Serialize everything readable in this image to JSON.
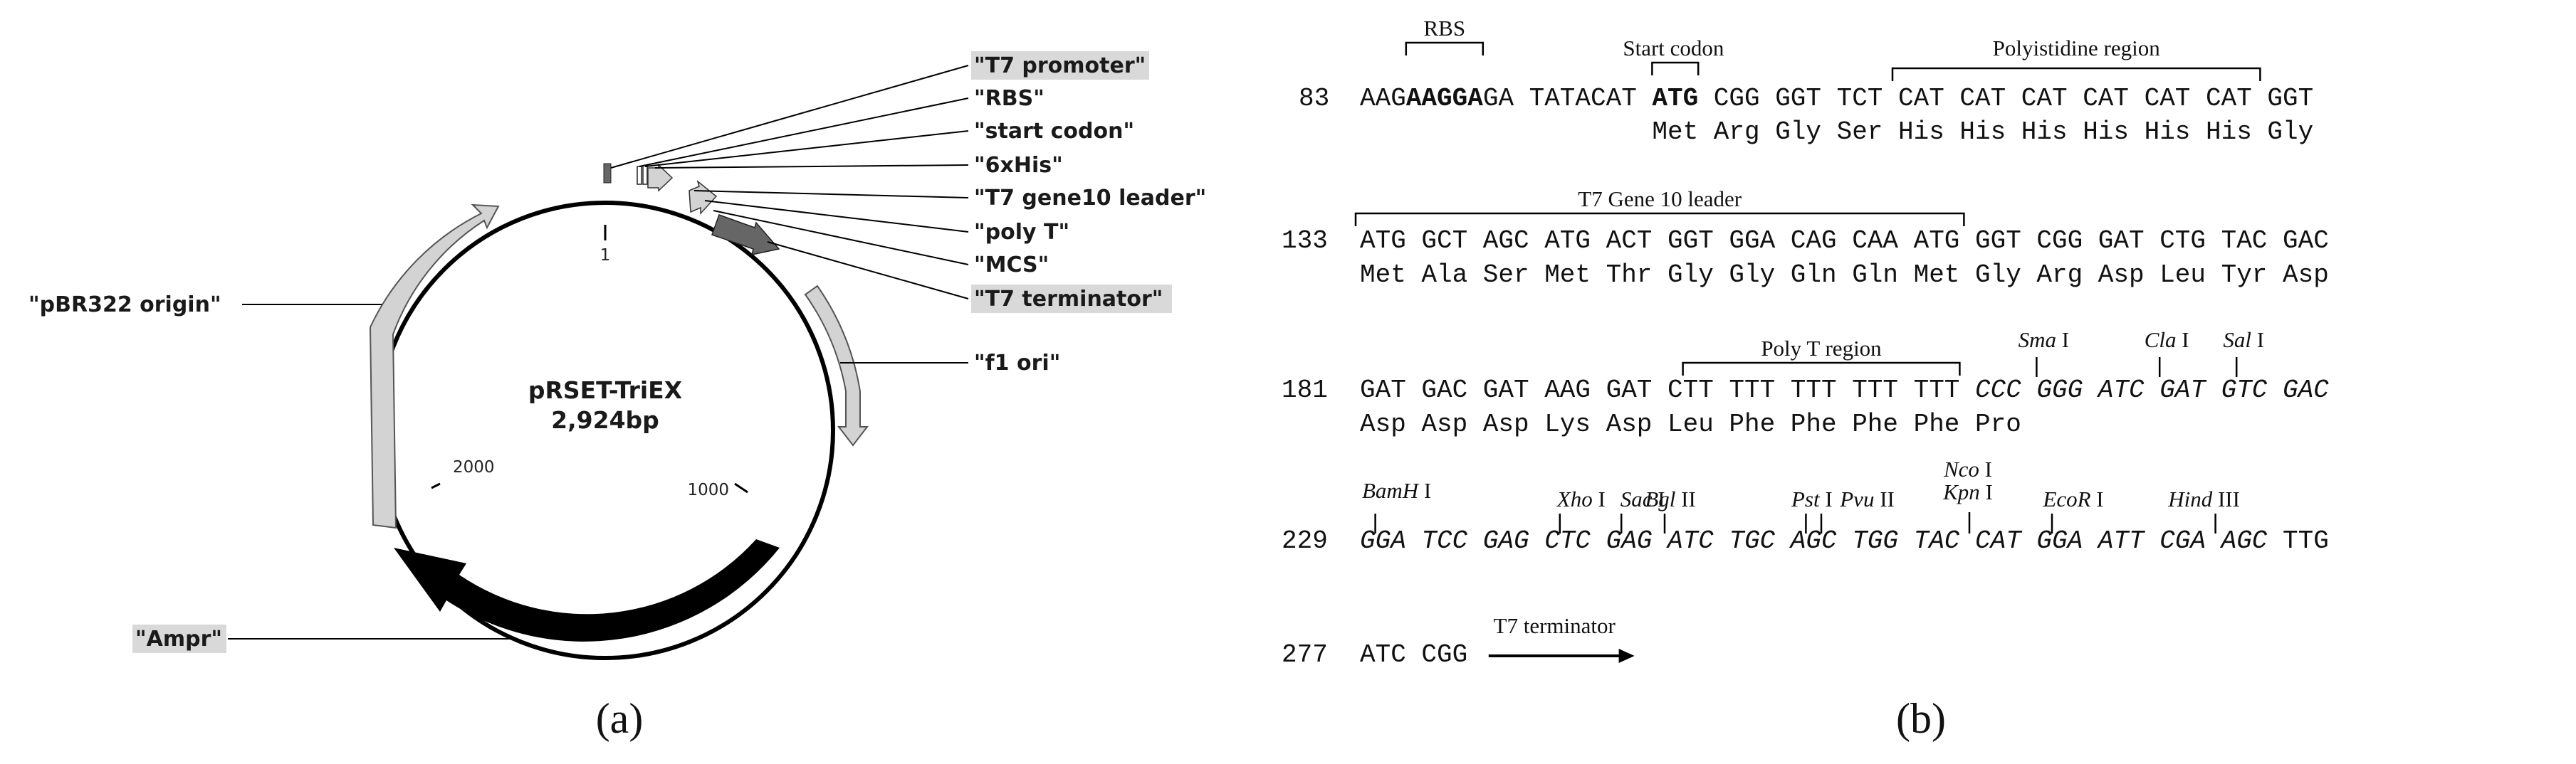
{
  "plasmid_map": {
    "name": "pRSET-TriEX",
    "size": "2,924bp",
    "features": [
      {
        "key": "t7_promoter",
        "label": "\"T7 promoter\"",
        "highlight": true
      },
      {
        "key": "rbs",
        "label": "\"RBS\"",
        "highlight": false
      },
      {
        "key": "start_codon",
        "label": "\"start codon\"",
        "highlight": false
      },
      {
        "key": "his6",
        "label": "\"6xHis\"",
        "highlight": false
      },
      {
        "key": "t7_gene10",
        "label": "\"T7 gene10 leader\"",
        "highlight": false
      },
      {
        "key": "poly_t",
        "label": "\"poly T\"",
        "highlight": false
      },
      {
        "key": "mcs",
        "label": "\"MCS\"",
        "highlight": false
      },
      {
        "key": "t7_terminator",
        "label": "\"T7 terminator\"",
        "highlight": true
      },
      {
        "key": "f1_ori",
        "label": "\"f1 ori\"",
        "highlight": false
      },
      {
        "key": "pbr322",
        "label": "\"pBR322 origin\"",
        "highlight": false
      },
      {
        "key": "ampr",
        "label": "\"Ampr\"",
        "highlight": true
      }
    ],
    "ticks": [
      "1",
      "1000",
      "2000"
    ],
    "colors": {
      "light_arrow": "#d3d3d3",
      "dark_arrow": "#666666",
      "ampr_arrow": "#000000",
      "label_highlight": "#d9d9d9"
    }
  },
  "sequence": {
    "rows": [
      {
        "num": "83",
        "codons": [
          "AAGAAGGAGA",
          "TATACAT",
          "ATG",
          "CGG",
          "GGT",
          "TCT",
          "CAT",
          "CAT",
          "CAT",
          "CAT",
          "CAT",
          "CAT",
          "GGT"
        ],
        "aa": [
          "Met",
          "Arg",
          "Gly",
          "Ser",
          "His",
          "His",
          "His",
          "His",
          "His",
          "His",
          "Gly"
        ]
      },
      {
        "num": "133",
        "codons": [
          "ATG",
          "GCT",
          "AGC",
          "ATG",
          "ACT",
          "GGT",
          "GGA",
          "CAG",
          "CAA",
          "ATG",
          "GGT",
          "CGG",
          "GAT",
          "CTG",
          "TAC",
          "GAC"
        ],
        "aa": [
          "Met",
          "Ala",
          "Ser",
          "Met",
          "Thr",
          "Gly",
          "Gly",
          "Gln",
          "Gln",
          "Met",
          "Gly",
          "Arg",
          "Asp",
          "Leu",
          "Tyr",
          "Asp"
        ]
      },
      {
        "num": "181",
        "codons": [
          "GAT",
          "GAC",
          "GAT",
          "AAG",
          "GAT",
          "CTT",
          "TTT",
          "TTT",
          "TTT",
          "TTT",
          "CCC",
          "GGG",
          "ATC",
          "GAT",
          "GTC",
          "GAC"
        ],
        "aa": [
          "Asp",
          "Asp",
          "Asp",
          "Lys",
          "Asp",
          "Leu",
          "Phe",
          "Phe",
          "Phe",
          "Phe",
          "Pro"
        ]
      },
      {
        "num": "229",
        "codons": [
          "GGA",
          "TCC",
          "GAG",
          "CTC",
          "GAG",
          "ATC",
          "TGC",
          "AGC",
          "TGG",
          "TAC",
          "CAT",
          "GGA",
          "ATT",
          "CGA",
          "AGC",
          "TTG"
        ],
        "aa": []
      },
      {
        "num": "277",
        "codons": [
          "ATC",
          "CGG"
        ],
        "aa": []
      }
    ],
    "regions": {
      "rbs": "RBS",
      "start_codon": "Start codon",
      "polyhis": "Polyistidine region",
      "t7_gene10": "T7 Gene 10 leader",
      "poly_t": "Poly T region",
      "t7_terminator": "T7 terminator"
    },
    "enzymes": [
      {
        "italic": "Sma",
        "roman": " I"
      },
      {
        "italic": "Cla",
        "roman": " I"
      },
      {
        "italic": "Sal",
        "roman": " I"
      },
      {
        "italic": "BamH",
        "roman": " I"
      },
      {
        "italic": "Xho",
        "roman": " I"
      },
      {
        "italic": "Sac",
        "roman": " I"
      },
      {
        "italic": "Bgl",
        "roman": " II"
      },
      {
        "italic": "Pst",
        "roman": " I"
      },
      {
        "italic": "Pvu",
        "roman": " II"
      },
      {
        "italic": "Nco",
        "roman": " I"
      },
      {
        "italic": "Kpn",
        "roman": " I"
      },
      {
        "italic": "EcoR",
        "roman": " I"
      },
      {
        "italic": "Hind",
        "roman": " III"
      }
    ]
  },
  "panels": {
    "a": "(a)",
    "b": "(b)"
  }
}
